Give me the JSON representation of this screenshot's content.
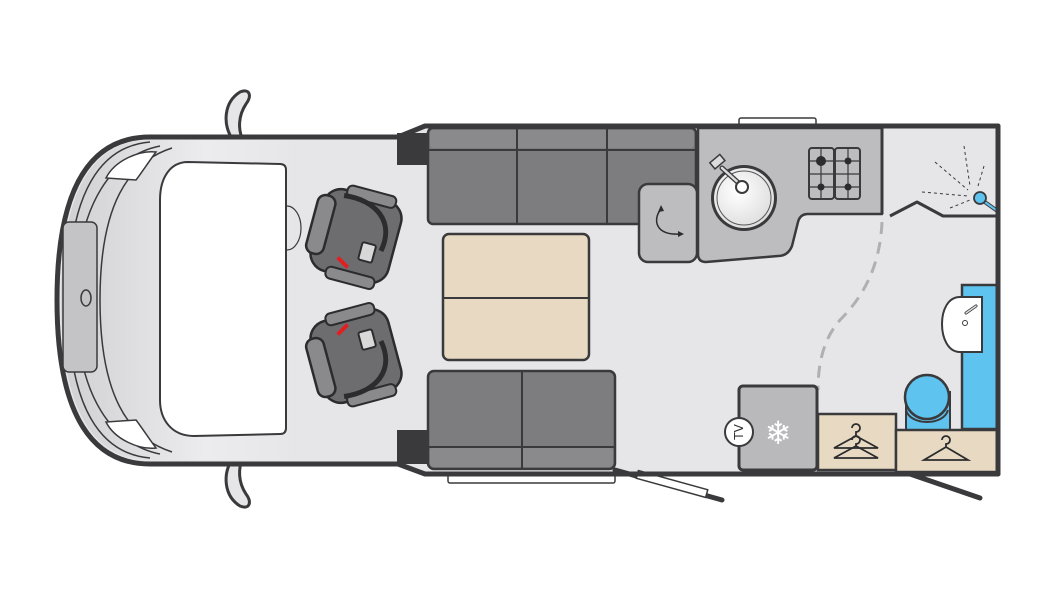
{
  "diagram": {
    "type": "motorhome-floor-plan",
    "orientation": "cab-left",
    "colors": {
      "outline": "#3a3a3c",
      "floor": "#e6e6e8",
      "upholstery": "#7d7d80",
      "upholstery_light": "#8a8a8d",
      "counter": "#bdbdbf",
      "table": "#e8dac2",
      "wardrobe": "#e8dac2",
      "bathroom_blue": "#5ec4ef",
      "fridge": "#b9b9bb",
      "seatbelt_red": "#e02020",
      "windscreen": "#ffffff"
    },
    "zones": [
      {
        "id": "cab",
        "label": "Cab with driver and passenger swivel seats"
      },
      {
        "id": "lounge",
        "label": "Lounge with L-shaped sofa and side sofa"
      },
      {
        "id": "table",
        "label": "Dining table (two-part)"
      },
      {
        "id": "kitchen",
        "label": "Kitchen with round sink and 4-burner hob"
      },
      {
        "id": "fridge",
        "label": "Fridge with TV point"
      },
      {
        "id": "wardrobe",
        "label": "Wardrobes"
      },
      {
        "id": "washroom",
        "label": "Washroom with toilet, basin and shower"
      }
    ],
    "labels": {
      "tv": "TV",
      "fridge_icon": "❄"
    }
  }
}
